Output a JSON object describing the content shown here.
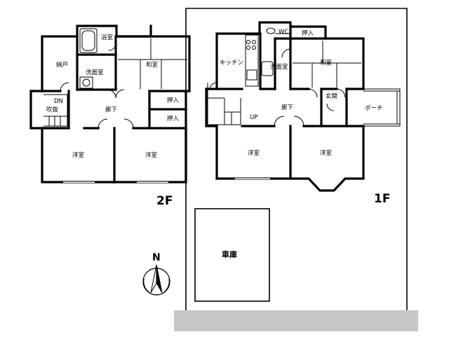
{
  "floor2": {
    "label": "2F",
    "rooms": {
      "bath": "浴室",
      "storage": "納戸",
      "washroom": "洗面室",
      "japanese_room": "和室",
      "stairs_down": "DN",
      "atrium": "吹抜",
      "hallway": "廊下",
      "closet_upper": "押入",
      "closet_lower": "押入",
      "western_room_left": "洋室",
      "western_room_right": "洋室"
    }
  },
  "floor1": {
    "label": "1F",
    "rooms": {
      "wc": "WC",
      "closet": "押入",
      "kitchen": "キッチン",
      "washroom": "洗面室",
      "japanese_room": "和室",
      "entrance": "玄関",
      "stairs_up": "UP",
      "hallway": "廊下",
      "porch": "ポーチ",
      "western_room_left": "洋室",
      "western_room_right": "洋室"
    }
  },
  "garage": {
    "label": "車庫"
  },
  "compass": {
    "north": "N"
  }
}
